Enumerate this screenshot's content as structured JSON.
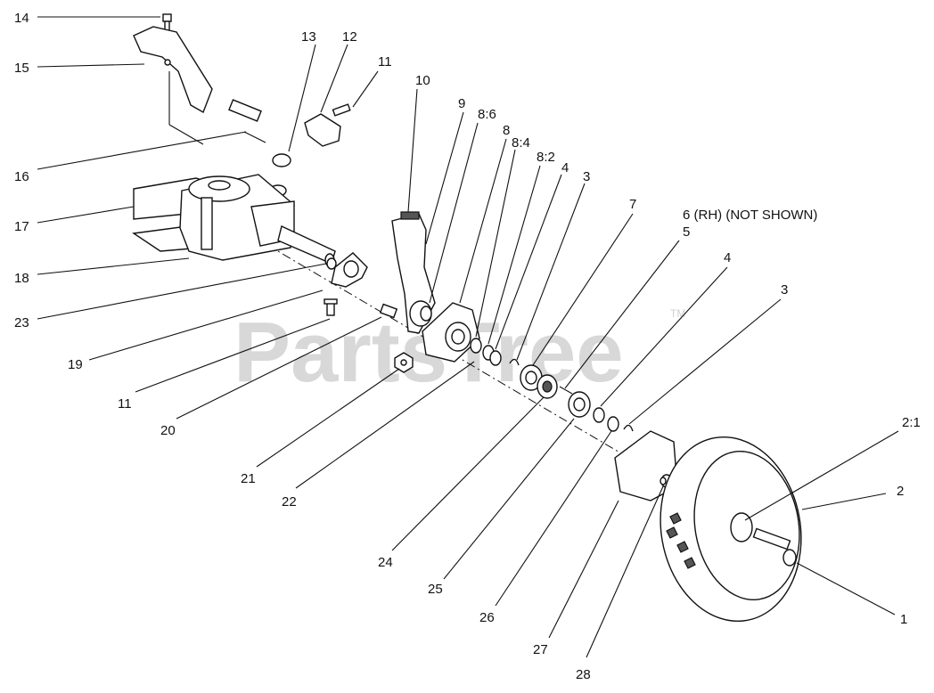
{
  "watermark": {
    "text": "PartsTree",
    "tm": "TM"
  },
  "callouts": {
    "c14": "14",
    "c15": "15",
    "c13": "13",
    "c12": "12",
    "c11a": "11",
    "c10": "10",
    "c9": "9",
    "c8_6": "8:6",
    "c8": "8",
    "c8_4": "8:4",
    "c8_2": "8:2",
    "c4a": "4",
    "c3a": "3",
    "c7": "7",
    "c6": "6 (RH)  (NOT SHOWN)",
    "c5": "5",
    "c4b": "4",
    "c3b": "3",
    "c2_1": "2:1",
    "c2": "2",
    "c1": "1",
    "c16": "16",
    "c17": "17",
    "c18": "18",
    "c23": "23",
    "c19": "19",
    "c11b": "11",
    "c20": "20",
    "c21": "21",
    "c22": "22",
    "c24": "24",
    "c25": "25",
    "c26": "26",
    "c27": "27",
    "c28": "28"
  }
}
